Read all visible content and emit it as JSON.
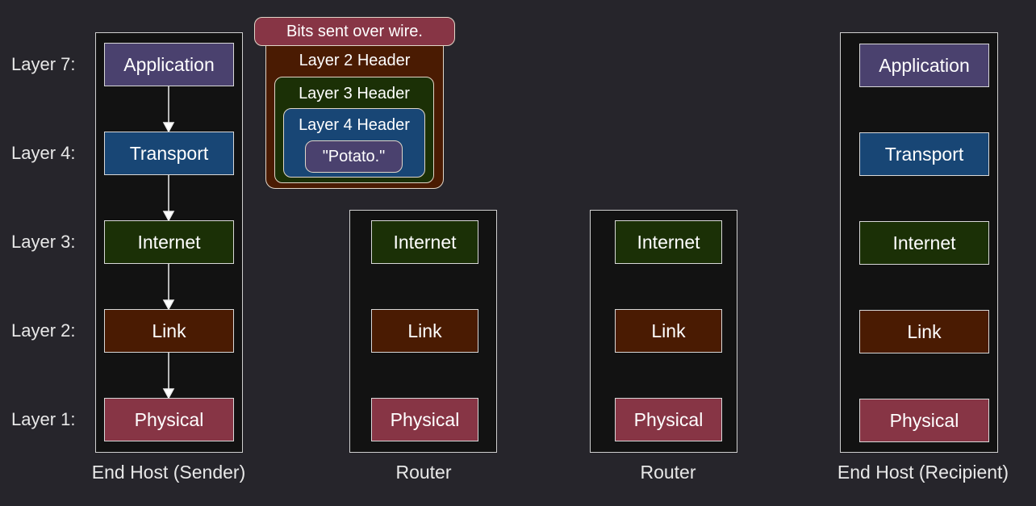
{
  "row_labels": [
    "Layer 7:",
    "Layer 4:",
    "Layer 3:",
    "Layer 2:",
    "Layer 1:"
  ],
  "layers": {
    "application": "Application",
    "transport": "Transport",
    "internet": "Internet",
    "link": "Link",
    "physical": "Physical"
  },
  "captions": {
    "sender": "End Host (Sender)",
    "router1": "Router",
    "router2": "Router",
    "recipient": "End Host (Recipient)"
  },
  "packet": {
    "wire": "Bits sent over wire.",
    "l2": "Layer 2 Header",
    "l3": "Layer 3 Header",
    "l4": "Layer 4 Header",
    "payload": "\"Potato.\""
  },
  "colors": {
    "background": "#26252b",
    "application": "#4a416e",
    "transport": "#184675",
    "internet": "#1b3006",
    "link": "#4a1b02",
    "physical": "#873545"
  }
}
